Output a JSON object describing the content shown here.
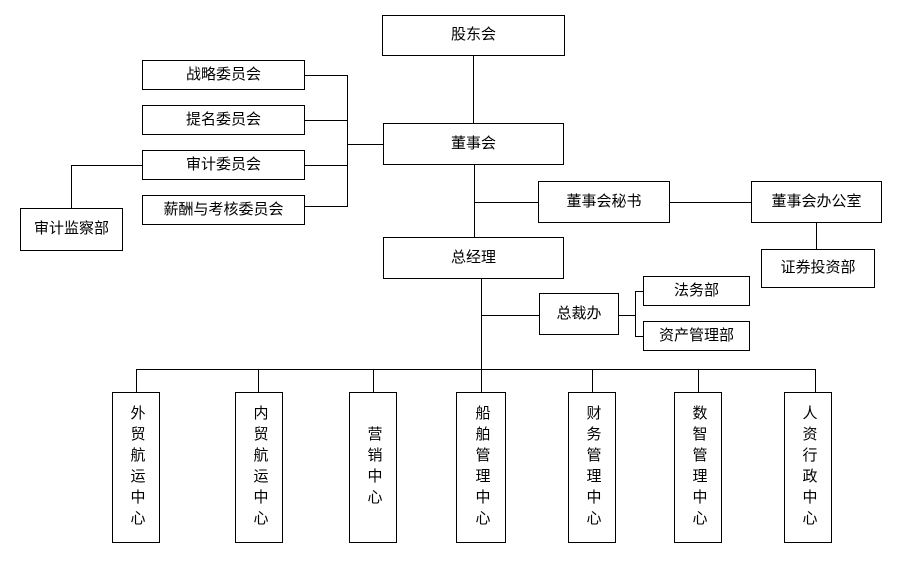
{
  "diagram": {
    "type": "org-chart",
    "colors": {
      "background": "#ffffff",
      "line": "#000000",
      "box_fill": "#ffffff",
      "text": "#000000"
    },
    "nodes": {
      "shareholders_meeting": "股东会",
      "board_of_directors": "董事会",
      "strategy_committee": "战略委员会",
      "nomination_committee": "提名委员会",
      "audit_committee": "审计委员会",
      "remuneration_assessment_committee": "薪酬与考核委员会",
      "audit_supervision_dept": "审计监察部",
      "board_secretary": "董事会秘书",
      "board_office": "董事会办公室",
      "securities_investment_dept": "证券投资部",
      "general_manager": "总经理",
      "president_office": "总裁办",
      "legal_dept": "法务部",
      "asset_management_dept": "资产管理部",
      "foreign_trade_shipping_center": "外贸航运中心",
      "domestic_trade_shipping_center": "内贸航运中心",
      "marketing_center": "营销中心",
      "ship_management_center": "船舶管理中心",
      "finance_management_center": "财务管理中心",
      "digital_intelligence_management_center": "数智管理中心",
      "hr_admin_center": "人资行政中心"
    },
    "edges": [
      [
        "shareholders_meeting",
        "board_of_directors"
      ],
      [
        "board_of_directors",
        "strategy_committee"
      ],
      [
        "board_of_directors",
        "nomination_committee"
      ],
      [
        "board_of_directors",
        "audit_committee"
      ],
      [
        "board_of_directors",
        "remuneration_assessment_committee"
      ],
      [
        "audit_committee",
        "audit_supervision_dept"
      ],
      [
        "board_of_directors",
        "board_secretary"
      ],
      [
        "board_secretary",
        "board_office"
      ],
      [
        "board_office",
        "securities_investment_dept"
      ],
      [
        "board_of_directors",
        "general_manager"
      ],
      [
        "general_manager",
        "president_office"
      ],
      [
        "president_office",
        "legal_dept"
      ],
      [
        "president_office",
        "asset_management_dept"
      ],
      [
        "general_manager",
        "foreign_trade_shipping_center"
      ],
      [
        "general_manager",
        "domestic_trade_shipping_center"
      ],
      [
        "general_manager",
        "marketing_center"
      ],
      [
        "general_manager",
        "ship_management_center"
      ],
      [
        "general_manager",
        "finance_management_center"
      ],
      [
        "general_manager",
        "digital_intelligence_management_center"
      ],
      [
        "general_manager",
        "hr_admin_center"
      ]
    ]
  }
}
